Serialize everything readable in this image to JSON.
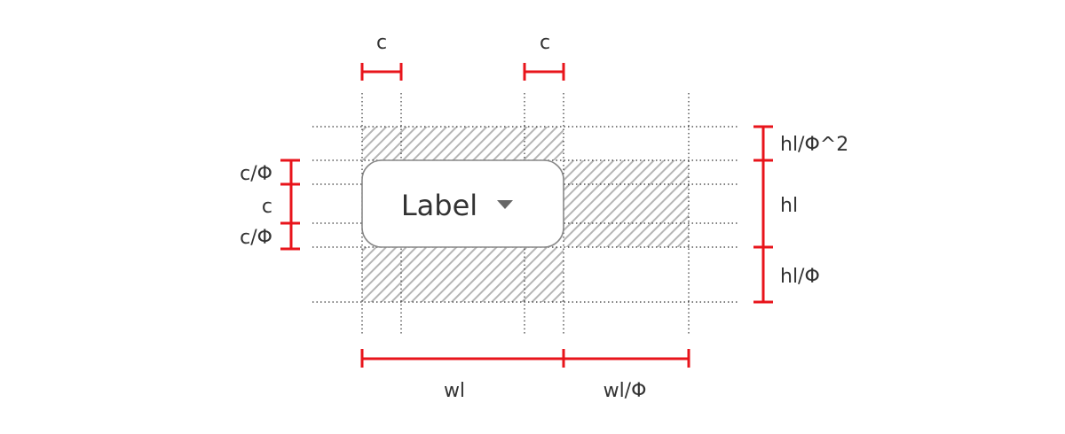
{
  "button": {
    "label": "Label"
  },
  "dimensions": {
    "top_left": "c",
    "top_right": "c",
    "left_top": "c/Φ",
    "left_middle": "c",
    "left_bottom": "c/Φ",
    "right_top": "hl/Φ^2",
    "right_middle": "hl",
    "right_bottom": "hl/Φ",
    "bottom_left": "wl",
    "bottom_right": "wl/Φ"
  },
  "colors": {
    "dimension": "#e8141b",
    "hatch": "#b5b5b5",
    "button_border": "#888888",
    "text": "#333333"
  }
}
